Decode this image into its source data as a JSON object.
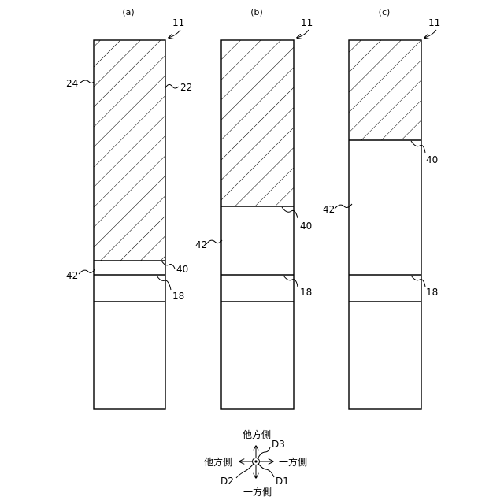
{
  "figure": {
    "panels": [
      {
        "panel_label": "(a)",
        "ref_main": "11",
        "ref_side_left": "24",
        "ref_side_right": "22",
        "ref_boundary": "40",
        "ref_region": "42",
        "ref_band": "18"
      },
      {
        "panel_label": "(b)",
        "ref_main": "11",
        "ref_boundary": "40",
        "ref_region": "42",
        "ref_band": "18"
      },
      {
        "panel_label": "(c)",
        "ref_main": "11",
        "ref_boundary": "40",
        "ref_region": "42",
        "ref_band": "18"
      }
    ],
    "direction_legend": {
      "other_side_up": "他方側",
      "other_side_left": "他方側",
      "one_side_right": "一方側",
      "one_side_down": "一方側",
      "d1": "D1",
      "d2": "D2",
      "d3": "D3"
    }
  }
}
